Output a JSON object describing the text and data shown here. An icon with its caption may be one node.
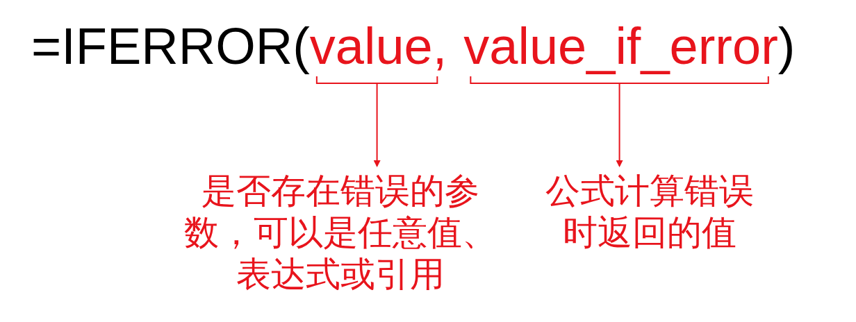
{
  "diagram": {
    "nodes": [
      {
        "text": [
          "value,"
        ]
      },
      {
        "text": [
          "value_if_error"
        ]
      },
      {
        "text": [
          "是否存在错误的参数，可以是任意值、表达式或引用"
        ]
      },
      {
        "text": [
          "公式计算错误时返回的值"
        ]
      }
    ],
    "edges": [
      {
        "from": 0,
        "to": 2,
        "arrow": "to"
      },
      {
        "from": 1,
        "to": 3,
        "arrow": "to"
      }
    ],
    "labels": [
      "=IFERROR(",
      ")"
    ]
  }
}
